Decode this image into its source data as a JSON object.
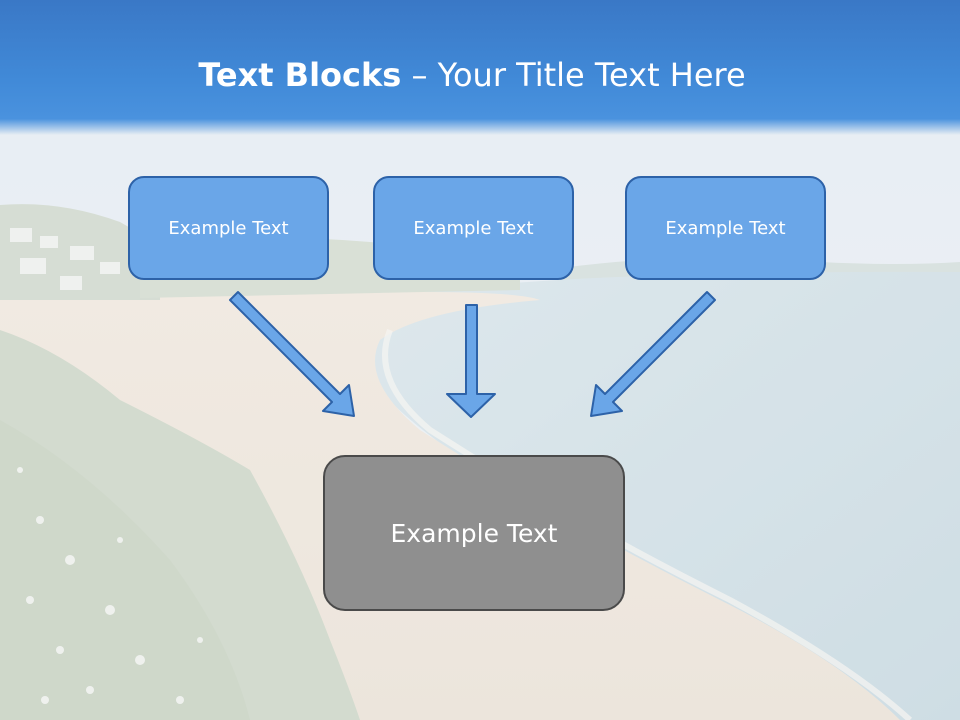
{
  "slide": {
    "title_bold": "Text Blocks",
    "title_separator": " – ",
    "title_rest": "Your Title Text Here",
    "boxes": [
      "Example Text",
      "Example Text",
      "Example Text"
    ],
    "target_box": "Example Text"
  },
  "colors": {
    "header": "#3f86d4",
    "box_fill": "#6aa6e8",
    "box_border": "#2d62a8",
    "arrow_fill": "#6aa6e8",
    "target_fill": "#8f8f8f",
    "target_border": "#4a4a4a"
  }
}
